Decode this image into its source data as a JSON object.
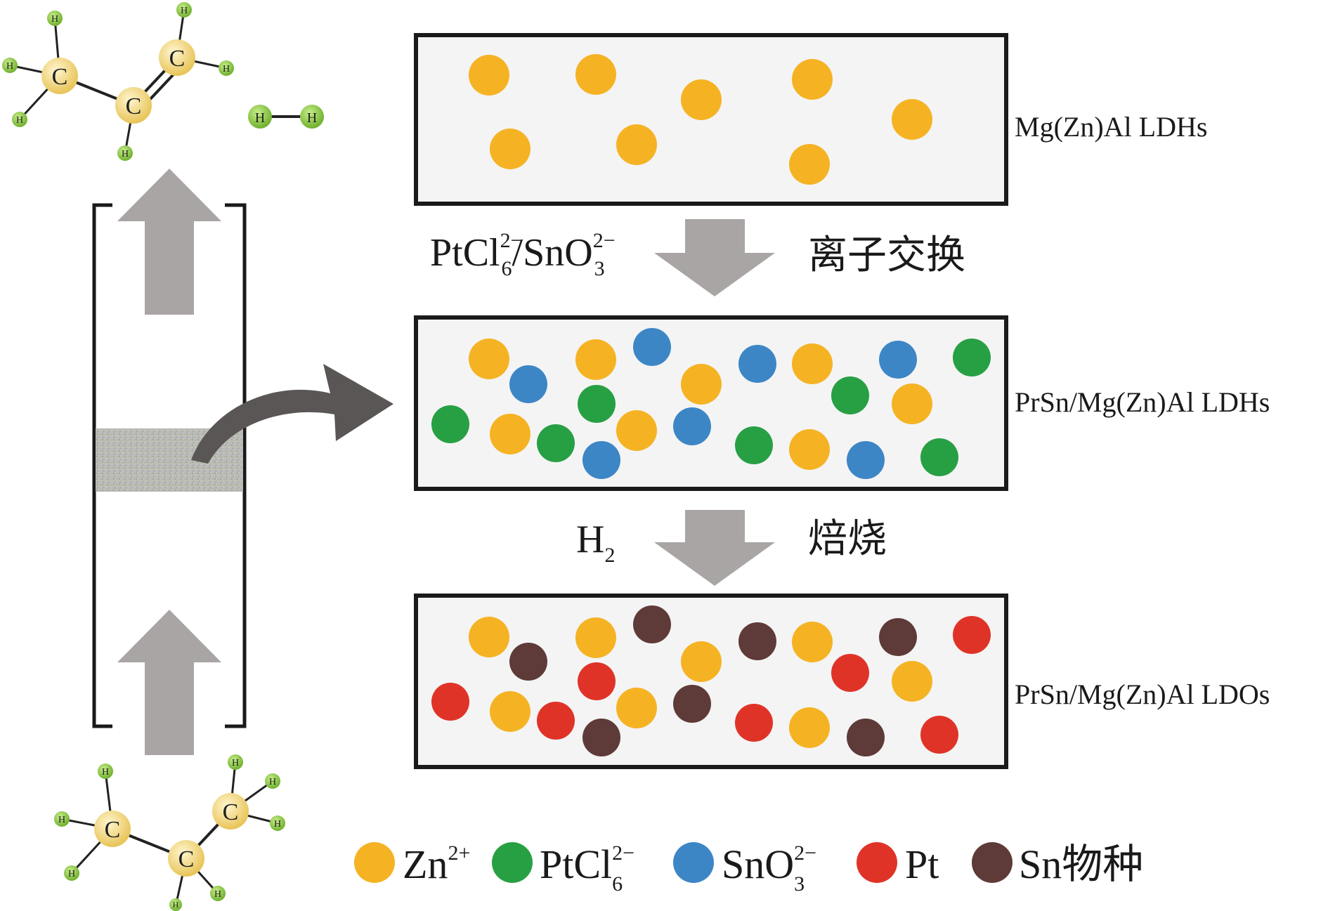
{
  "molecules": {
    "propylene": {
      "carbon_symbol": "C",
      "hydrogen_symbol": "H"
    },
    "hydrogen_gas": {
      "hydrogen_symbol": "H"
    },
    "propane": {
      "carbon_symbol": "C",
      "hydrogen_symbol": "H"
    }
  },
  "panels": [
    {
      "label": "Mg(Zn)Al LDHs"
    },
    {
      "label": "PrSn/Mg(Zn)Al LDHs"
    },
    {
      "label": "PrSn/Mg(Zn)Al LDOs"
    }
  ],
  "steps": [
    {
      "left_base": "PtCl",
      "left_sub": "6",
      "left_sup": "2−",
      "left_mid": "/SnO",
      "left_sub2": "3",
      "left_sup2": "2−",
      "right": "离子交换"
    },
    {
      "left_base": "H",
      "left_sub": "2",
      "right": "焙烧"
    }
  ],
  "legend": [
    {
      "base": "Zn",
      "sup": "2+",
      "sub": "",
      "tail": "",
      "color": "#F5B324"
    },
    {
      "base": "PtCl",
      "sup": "2−",
      "sub": "6",
      "tail": "",
      "color": "#27A044"
    },
    {
      "base": "SnO",
      "sup": "2−",
      "sub": "3",
      "tail": "",
      "color": "#3D86C6"
    },
    {
      "base": "Pt",
      "sup": "",
      "sub": "",
      "tail": "",
      "color": "#E03328"
    },
    {
      "base": "Sn物种",
      "sup": "",
      "sub": "",
      "tail": "",
      "color": "#5E3B38"
    }
  ],
  "colors": {
    "zn": "#F5B324",
    "ptcl6": "#27A044",
    "sno3": "#3D86C6",
    "pt": "#E03328",
    "sn_species": "#5E3B38",
    "process_arrow": "#A9A5A5",
    "curved_arrow": "#5A5655",
    "panel_fill": "#F4F4F4",
    "carbon_atom": "#F5DE84",
    "hydrogen_atom": "#8CC63F"
  }
}
